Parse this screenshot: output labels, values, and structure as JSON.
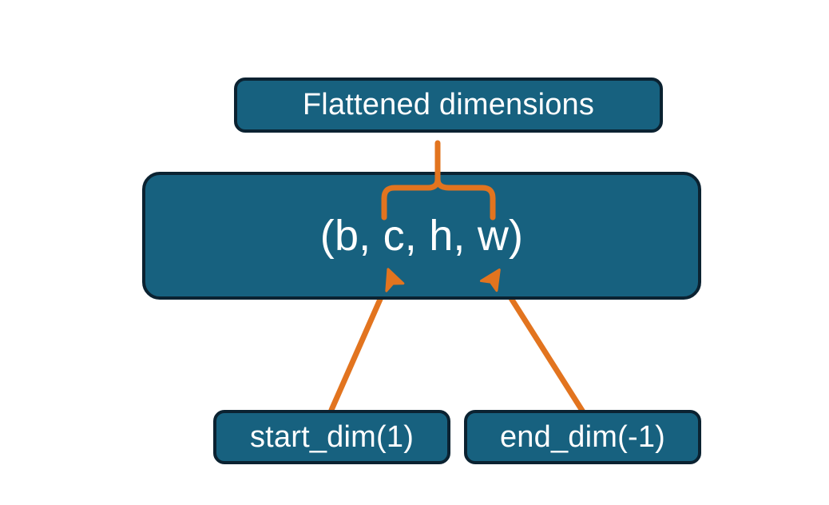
{
  "diagram": {
    "title_node": {
      "label": "Flattened dimensions",
      "name": "flattened-dimensions-box"
    },
    "shape_node": {
      "label": "(b, c, h, w)",
      "name": "tensor-shape-box",
      "dims": [
        "b",
        "c",
        "h",
        "w"
      ]
    },
    "arg_nodes": [
      {
        "label": "start_dim(1)",
        "name": "start-dim-box"
      },
      {
        "label": "end_dim(-1)",
        "name": "end-dim-box"
      }
    ],
    "connectors": [
      {
        "name": "brace-connector",
        "kind": "curly-brace",
        "from": "tensor-shape-box",
        "to": "flattened-dimensions-box",
        "covers": "c, h, w"
      },
      {
        "name": "start-dim-arrow",
        "kind": "arrow",
        "from": "start-dim-box",
        "to": "tensor-shape-box",
        "points_at": "c"
      },
      {
        "name": "end-dim-arrow",
        "kind": "arrow",
        "from": "end-dim-box",
        "to": "tensor-shape-box",
        "points_at": "w"
      }
    ],
    "colors": {
      "node_fill": "#17617F",
      "node_border": "#0B2231",
      "node_text": "#FFFFFF",
      "accent": "#E2741F",
      "background": "#FFFFFF"
    }
  }
}
